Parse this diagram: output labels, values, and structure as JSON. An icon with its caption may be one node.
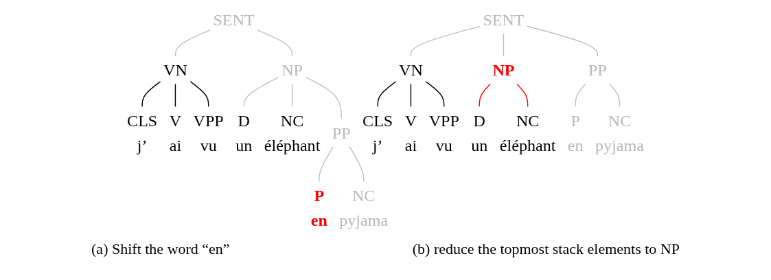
{
  "diagram": {
    "nodes": [
      {
        "text": [
          "SENT"
        ]
      },
      {
        "text": [
          "VN"
        ]
      },
      {
        "text": [
          "NP"
        ]
      },
      {
        "text": [
          "CLS",
          "j’"
        ]
      },
      {
        "text": [
          "V",
          "ai"
        ]
      },
      {
        "text": [
          "VPP",
          "vu"
        ]
      },
      {
        "text": [
          "D",
          "un"
        ]
      },
      {
        "text": [
          "NC",
          "éléphant"
        ]
      },
      {
        "text": [
          "PP"
        ]
      },
      {
        "text": [
          "P",
          "en"
        ]
      },
      {
        "text": [
          "NC",
          "pyjama"
        ]
      },
      {
        "text": [
          "SENT"
        ]
      },
      {
        "text": [
          "VN"
        ]
      },
      {
        "text": [
          "NP"
        ]
      },
      {
        "text": [
          "PP"
        ]
      },
      {
        "text": [
          "CLS",
          "j’"
        ]
      },
      {
        "text": [
          "V",
          "ai"
        ]
      },
      {
        "text": [
          "VPP",
          "vu"
        ]
      },
      {
        "text": [
          "D",
          "un"
        ]
      },
      {
        "text": [
          "NC",
          "éléphant"
        ]
      },
      {
        "text": [
          "P",
          "en"
        ]
      },
      {
        "text": [
          "NC",
          "pyjama"
        ]
      }
    ],
    "edges": [
      {
        "from": 0,
        "to": 1,
        "arrow": "none"
      },
      {
        "from": 0,
        "to": 2,
        "arrow": "none"
      },
      {
        "from": 1,
        "to": 3,
        "arrow": "none",
        "color": "#000000"
      },
      {
        "from": 1,
        "to": 4,
        "arrow": "none",
        "color": "#000000"
      },
      {
        "from": 1,
        "to": 5,
        "arrow": "none",
        "color": "#000000"
      },
      {
        "from": 2,
        "to": 6,
        "arrow": "none"
      },
      {
        "from": 2,
        "to": 7,
        "arrow": "none"
      },
      {
        "from": 2,
        "to": 8,
        "arrow": "none"
      },
      {
        "from": 8,
        "to": 9,
        "arrow": "none"
      },
      {
        "from": 8,
        "to": 10,
        "arrow": "none"
      },
      {
        "from": 11,
        "to": 12,
        "arrow": "none"
      },
      {
        "from": 11,
        "to": 13,
        "arrow": "none"
      },
      {
        "from": 11,
        "to": 14,
        "arrow": "none"
      },
      {
        "from": 12,
        "to": 15,
        "arrow": "none",
        "color": "#000000"
      },
      {
        "from": 12,
        "to": 16,
        "arrow": "none",
        "color": "#000000"
      },
      {
        "from": 12,
        "to": 17,
        "arrow": "none",
        "color": "#000000"
      },
      {
        "from": 13,
        "to": 18,
        "arrow": "none",
        "color": "#ff0000"
      },
      {
        "from": 13,
        "to": 19,
        "arrow": "none",
        "color": "#ff0000"
      },
      {
        "from": 14,
        "to": 20,
        "arrow": "none"
      },
      {
        "from": 14,
        "to": 21,
        "arrow": "none"
      }
    ],
    "labels": [
      "(a) Shift the word “en”",
      "(b) reduce the topmost stack elements to NP"
    ]
  }
}
